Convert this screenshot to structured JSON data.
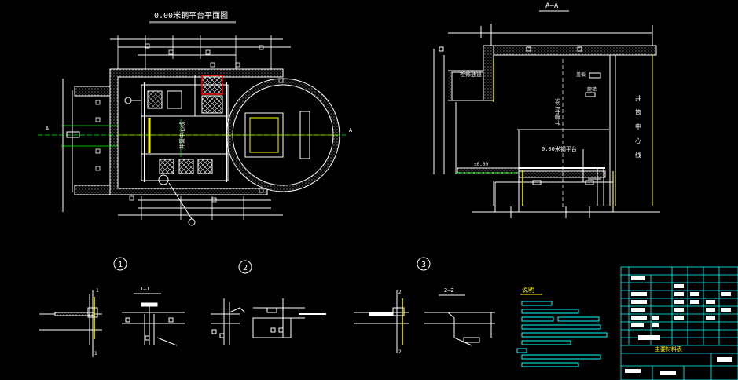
{
  "titles": {
    "plan": "0.00米钢平台平面图",
    "section_aa": "A—A",
    "detail_1_no": "1",
    "detail_2_no": "2",
    "detail_3_no": "3",
    "section_11": "1—1",
    "section_22": "2—2"
  },
  "plan_labels": {
    "axis_left": "A",
    "axis_right": "A",
    "well_centerline": "井筒中心线"
  },
  "section_labels": {
    "access": "检修通道",
    "platform": "0.00米钢平台",
    "level": "±0.00",
    "well_centerline": "井筒中心线",
    "right_col": [
      "井",
      "筒",
      "中",
      "心",
      "线"
    ],
    "tag_a": "盖板",
    "tag_b": "爬梯"
  },
  "detail_marks": {
    "m1_top": "1",
    "m1_bot": "1",
    "m2_top": "2",
    "m2_bot": "2"
  },
  "notes": {
    "heading": "说明"
  },
  "title_block": {
    "table_title": "主要材料表"
  },
  "colors": {
    "background": "#000000",
    "line": "#ffffff",
    "yellow": "#ffff00",
    "green": "#00ff00",
    "cyan": "#00ffff",
    "red": "#ff0000",
    "blue": "#0000ff"
  }
}
